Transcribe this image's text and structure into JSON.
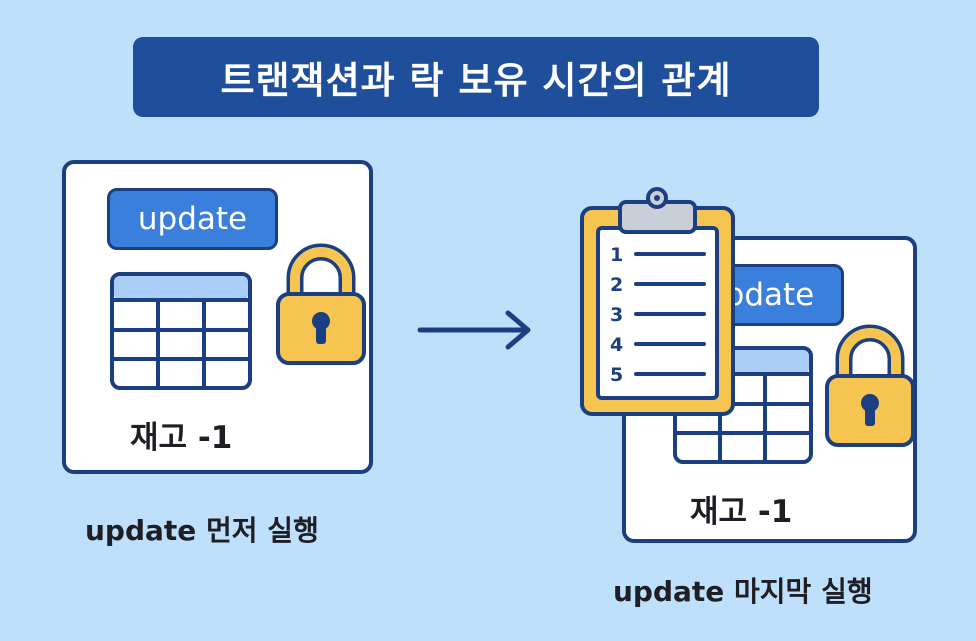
{
  "title": "트랜잭션과 락 보유 시간의 관계",
  "left_panel": {
    "update_label": "update",
    "stock_text": "재고 -1",
    "caption": "update 먼저 실행"
  },
  "right_panel": {
    "update_label": "update",
    "stock_text": "재고 -1",
    "caption": "update 마지막 실행",
    "clipboard_items": [
      "1",
      "2",
      "3",
      "4",
      "5"
    ]
  },
  "icons": {
    "lock": "lock-icon",
    "table": "table-icon",
    "arrow": "arrow-right-icon",
    "clipboard": "clipboard-icon"
  },
  "colors": {
    "background": "#bfe0fb",
    "title_bg": "#1f4f9a",
    "accent_blue": "#3b7fdc",
    "outline": "#1c3f82",
    "lock_gold": "#f5c451"
  }
}
